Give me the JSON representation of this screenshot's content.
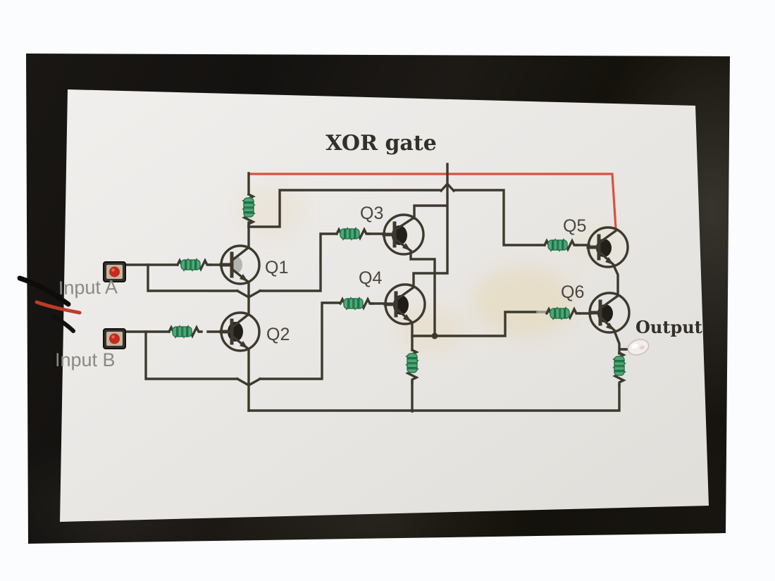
{
  "title": "XOR gate",
  "labels": {
    "input_a": "Input A",
    "input_b": "Input B",
    "output": "Output",
    "q1": "Q1",
    "q2": "Q2",
    "q3": "Q3",
    "q4": "Q4",
    "q5": "Q5",
    "q6": "Q6"
  },
  "components": {
    "transistors": [
      "Q1",
      "Q2",
      "Q3",
      "Q4",
      "Q5",
      "Q6"
    ],
    "push_buttons": [
      "Input A",
      "Input B"
    ],
    "output_led": "LED",
    "resistor_count": 9
  },
  "colors": {
    "vcc_wire_red": "#d9513d",
    "schematic_ink": "#3c392e",
    "resistor_body_green": "#4da878",
    "button_cap_red": "#c62a1c",
    "paper_white": "#eae8e5",
    "cloth_black": "#171411"
  }
}
